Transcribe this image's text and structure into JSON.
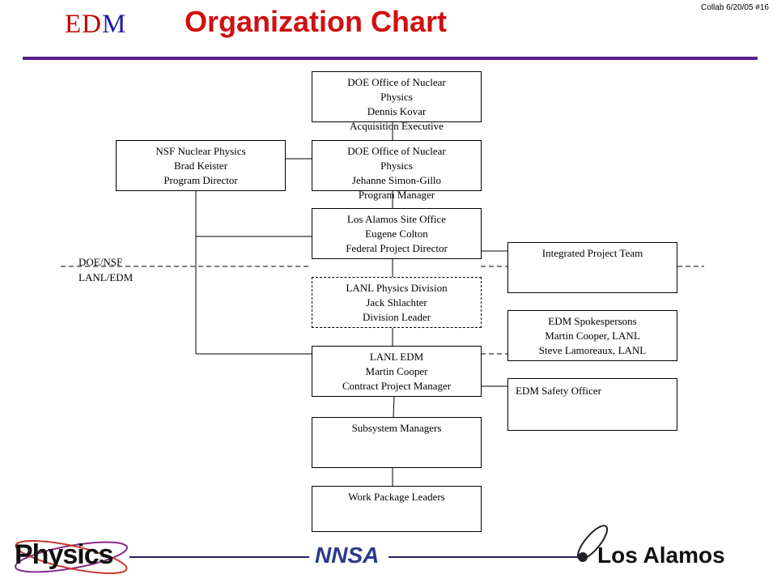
{
  "slide": {
    "id_label": "Collab 6/20/05 #16"
  },
  "header": {
    "logo_text_1": "ED",
    "logo_text_2": "M",
    "title": "Organization Chart"
  },
  "boxes": {
    "doe_ae": [
      "DOE Office of Nuclear",
      "Physics",
      "Dennis Kovar",
      "Acquisition Executive"
    ],
    "doe_pm": [
      "DOE Office of Nuclear",
      "Physics",
      "Jehanne Simon-Gillo",
      "Program Manager"
    ],
    "nsf": [
      "NSF Nuclear Physics",
      "Brad Keister",
      "Program Director"
    ],
    "laso": [
      "Los Alamos Site Office",
      "Eugene Colton",
      "Federal Project Director"
    ],
    "lanl_phys": [
      "LANL Physics Division",
      "Jack Shlachter",
      "Division Leader"
    ],
    "lanl_edm": [
      "LANL EDM",
      "Martin Cooper",
      "Contract Project Manager"
    ],
    "subsystem": [
      "Subsystem Managers"
    ],
    "wpl": [
      "Work Package Leaders"
    ],
    "ipt": [
      "Integrated Project Team"
    ],
    "spokes": [
      "EDM Spokespersons",
      "Martin Cooper, LANL",
      "Steve Lamoreaux, LANL"
    ],
    "safety": [
      "EDM Safety Officer"
    ]
  },
  "divider": {
    "upper_label": "DOE/NSF",
    "lower_label": "LANL/EDM"
  },
  "footer": {
    "physics_logo": "Physics",
    "nnsa_logo": "NNSA",
    "los_alamos_logo": "Los Alamos"
  },
  "colors": {
    "title": "#d01010",
    "rule": "#5a1f8c",
    "logo_red": "#c00000",
    "logo_blue": "#1a1aa8"
  }
}
